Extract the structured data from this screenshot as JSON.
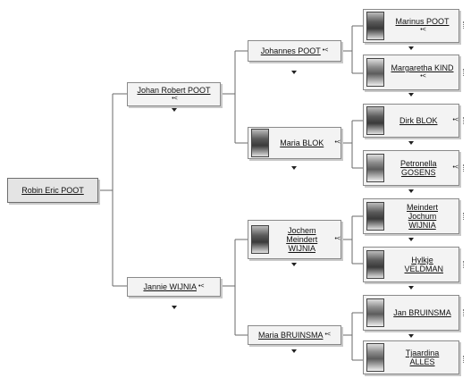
{
  "root": {
    "name": "Robin Eric POOT"
  },
  "gen1": [
    {
      "name": "Johan Robert POOT"
    },
    {
      "name": "Jannie WIJNIA"
    }
  ],
  "gen2": [
    {
      "name": "Johannes POOT"
    },
    {
      "name": "Maria BLOK"
    },
    {
      "name": "Jochem Meindert WIJNIA"
    },
    {
      "name": "Maria BRUINSMA"
    }
  ],
  "gen3": [
    {
      "name": "Marinus POOT"
    },
    {
      "name": "Margaretha KIND"
    },
    {
      "name": "Dirk BLOK"
    },
    {
      "name": "Petronella GOSENS"
    },
    {
      "name": "Meindert Jochum WIJNIA"
    },
    {
      "name": "Hylkje VELDMAN"
    },
    {
      "name": "Jan BRUINSMA"
    },
    {
      "name": "Tjaardina ALLES"
    }
  ],
  "icons": {
    "photo": "portrait-photo-icon",
    "info": "info-dot-icon",
    "expand": "expand-triangle-icon"
  }
}
